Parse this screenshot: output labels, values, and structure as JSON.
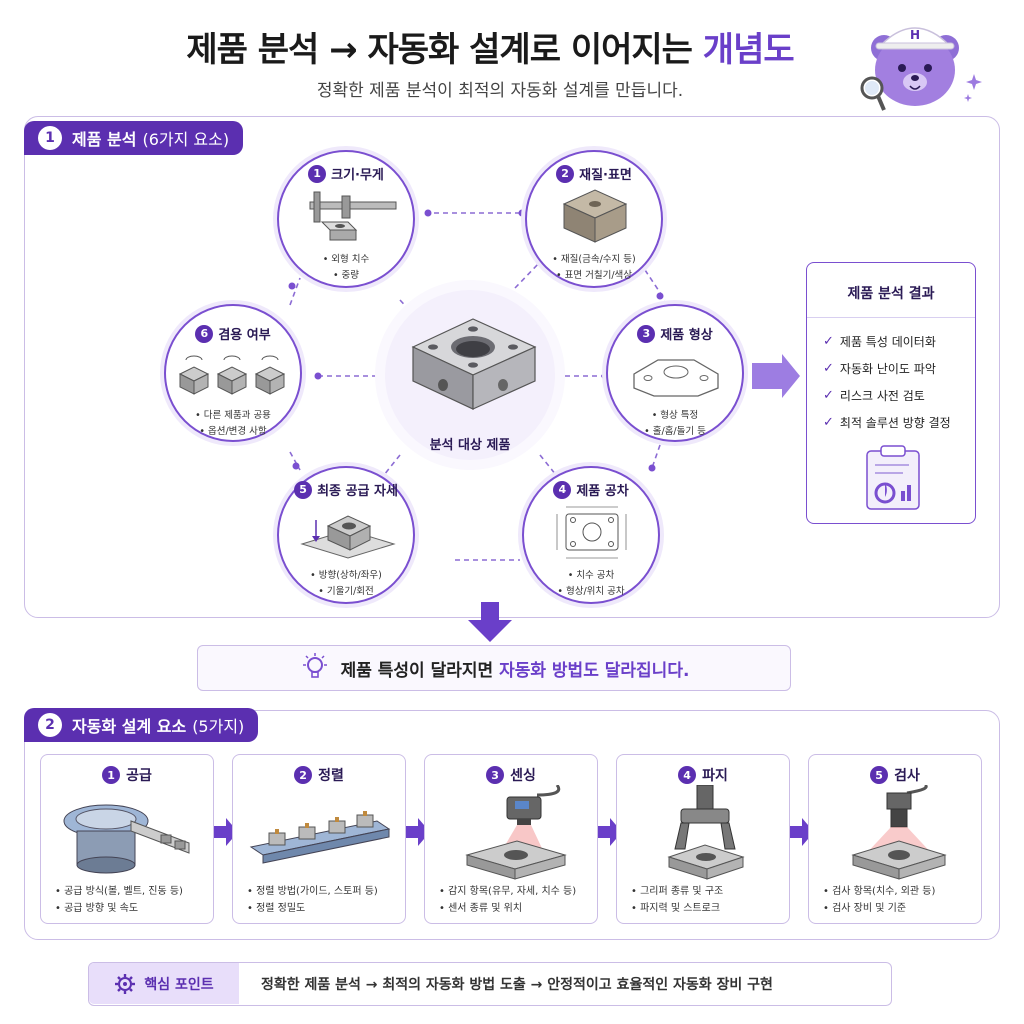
{
  "header": {
    "title_main": "제품 분석 → 자동화 설계로 이어지는 ",
    "title_highlight": "개념도",
    "subtitle": "정확한 제품 분석이 최적의 자동화 설계를 만듭니다."
  },
  "section1": {
    "number": "1",
    "title": "제품 분석",
    "subtitle": "(6가지 요소)",
    "center_label": "분석 대상 제품",
    "elements": [
      {
        "number": "1",
        "title": "크기·무게",
        "bullets": [
          "• 외형 치수",
          "• 중량"
        ]
      },
      {
        "number": "2",
        "title": "재질·표면",
        "bullets": [
          "• 재질(금속/수지 등)",
          "• 표면 거칠기/색상"
        ]
      },
      {
        "number": "3",
        "title": "제품 형상",
        "bullets": [
          "• 형상 특정",
          "• 홀/홈/돌기 등"
        ]
      },
      {
        "number": "4",
        "title": "제품 공차",
        "bullets": [
          "• 치수 공차",
          "• 형상/위치 공차"
        ]
      },
      {
        "number": "5",
        "title": "최종 공급 자세",
        "bullets": [
          "• 방향(상하/좌우)",
          "• 기울기/회전"
        ]
      },
      {
        "number": "6",
        "title": "겸용 여부",
        "bullets": [
          "• 다른 제품과 공용",
          "• 옵션/변경 사항"
        ]
      }
    ],
    "result": {
      "title": "제품 분석 결과",
      "items": [
        "제품 특성 데이터화",
        "자동화 난이도 파악",
        "리스크 사전 검토",
        "최적 솔루션 방향 결정"
      ]
    }
  },
  "banner": {
    "text_main": "제품 특성이 달라지면 ",
    "text_highlight": "자동화 방법도 달라집니다."
  },
  "section2": {
    "number": "2",
    "title": "자동화 설계 요소",
    "subtitle": "(5가지)",
    "steps": [
      {
        "number": "1",
        "title": "공급",
        "bullets": [
          "• 공급 방식(볼, 벨트, 진동 등)",
          "• 공급 방향 및 속도"
        ]
      },
      {
        "number": "2",
        "title": "정렬",
        "bullets": [
          "• 정렬 방법(가이드, 스토퍼 등)",
          "• 정렬 정밀도"
        ]
      },
      {
        "number": "3",
        "title": "센싱",
        "bullets": [
          "• 감지 항목(유무, 자세, 치수 등)",
          "• 센서 종류 및 위치"
        ]
      },
      {
        "number": "4",
        "title": "파지",
        "bullets": [
          "• 그리퍼 종류 및 구조",
          "• 파지력 및 스트로크"
        ]
      },
      {
        "number": "5",
        "title": "검사",
        "bullets": [
          "• 검사 항목(치수, 외관 등)",
          "• 검사 장비 및 기준"
        ]
      }
    ]
  },
  "key_point": {
    "label": "핵심 포인트",
    "text": "정확한 제품 분석  →  최적의 자동화 방법 도출  →  안정적이고 효율적인 자동화 장비 구현"
  },
  "mascot": {
    "cap_letter": "H"
  },
  "colors": {
    "accent": "#5b2fb0",
    "highlight": "#6a3fc9",
    "border": "#cbbde6",
    "light": "#f4f0fc"
  }
}
